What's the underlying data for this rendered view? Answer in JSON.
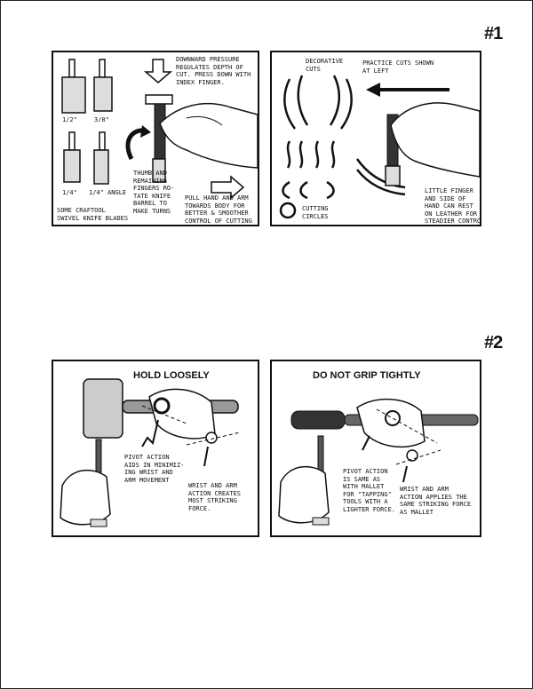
{
  "section1": {
    "marker": "#1",
    "panel_left": {
      "blade_sizes": [
        "1/2\"",
        "3/8\"",
        "1/4\"",
        "1/4\" ANGLE"
      ],
      "blades_caption": "SOME CRAFTOOL\nSWIVEL KNIFE BLADES",
      "pressure_note": "DOWNWARD PRESSURE\nREGULATES DEPTH OF\nCUT. PRESS DOWN WITH\nINDEX FINGER.",
      "thumb_note": "THUMB AND\nREMAINING\nFINGERS RO-\nTATE KNIFE\nBARREL TO\nMAKE TURNS",
      "pull_note": "PULL HAND AND ARM\nTOWARDS BODY FOR\nBETTER & SMOOTHER\nCONTROL OF CUTTING"
    },
    "panel_right": {
      "practice_note": "PRACTICE CUTS SHOWN\nAT LEFT",
      "decorative_note": "DECORATIVE\nCUTS",
      "circles_note": "CUTTING\nCIRCLES",
      "finger_note": "LITTLE FINGER\nAND SIDE OF\nHAND CAN REST\nON LEATHER FOR\nSTEADIER CONTROL"
    }
  },
  "section2": {
    "marker": "#2",
    "panel_left": {
      "heading": "HOLD LOOSELY",
      "pivot_note": "PIVOT ACTION\nAIDS IN MINIMIZ-\nING WRIST AND\nARM MOVEMENT",
      "wrist_note": "WRIST AND ARM\nACTION CREATES\nMOST STRIKING\nFORCE."
    },
    "panel_right": {
      "heading": "DO NOT GRIP TIGHTLY",
      "pivot_note": "PIVOT ACTION\nIS SAME AS\nWITH MALLET\nFOR \"TAPPING\"\nTOOLS WITH A\nLIGHTER FORCE.",
      "wrist_note": "WRIST AND ARM\nACTION APPLIES THE\nSAME STRIKING FORCE\nAS MALLET"
    }
  },
  "colors": {
    "ink": "#111111",
    "paper": "#ffffff",
    "shade": "#555555"
  }
}
